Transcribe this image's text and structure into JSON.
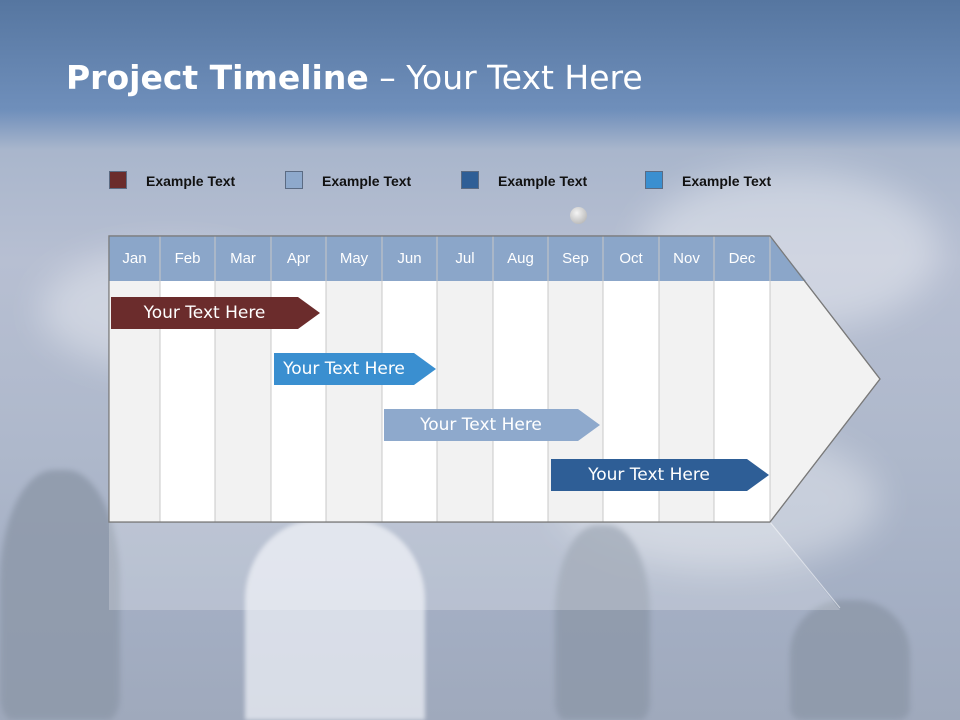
{
  "title": {
    "bold": "Project Timeline",
    "rest": " – Your Text Here"
  },
  "legend": [
    {
      "label": "Example Text",
      "color": "#6b2c2c"
    },
    {
      "label": "Example Text",
      "color": "#8ea9cc"
    },
    {
      "label": "Example Text",
      "color": "#2e5e96"
    },
    {
      "label": "Example Text",
      "color": "#3a8fd0"
    }
  ],
  "months": [
    "Jan",
    "Feb",
    "Mar",
    "Apr",
    "May",
    "Jun",
    "Jul",
    "Aug",
    "Sep",
    "Oct",
    "Nov",
    "Dec"
  ],
  "colors": {
    "header": "#8ba6c9",
    "grid_light": "#f2f2f2",
    "grid_white": "#ffffff",
    "grid_line": "#c8c8c8",
    "arrow_body": "#f2f2f2",
    "arrow_outline": "#7a7a7a"
  },
  "tasks": [
    {
      "label": "Your  Text Here",
      "color": "#6b2c2c"
    },
    {
      "label": "Your  Text Here",
      "color": "#3a8fd0"
    },
    {
      "label": "Your  Text Here",
      "color": "#8ea9cc"
    },
    {
      "label": "Your  Text Here",
      "color": "#2e5e96"
    }
  ]
}
